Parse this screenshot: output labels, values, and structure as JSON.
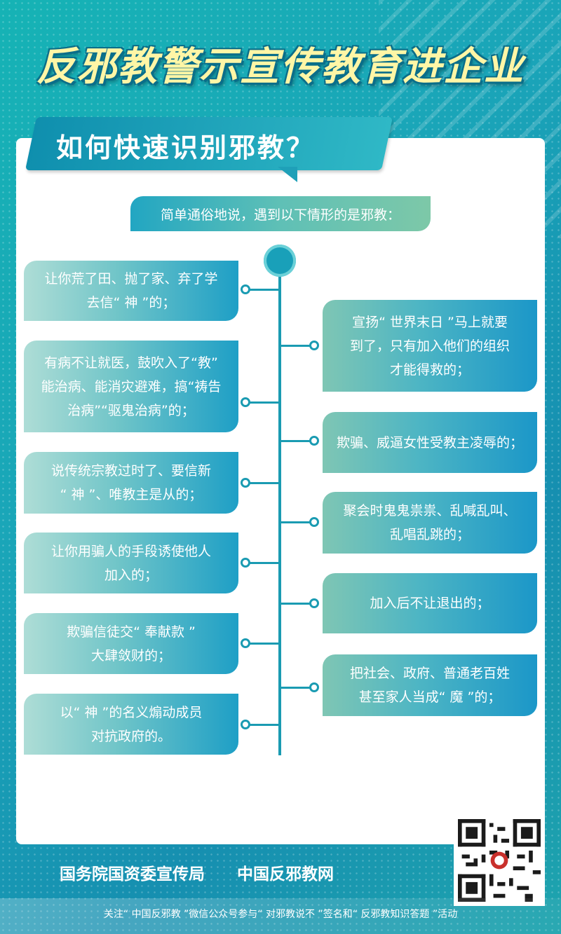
{
  "title": "反邪教警示宣传教育进企业",
  "subtitle": "如何快速识别邪教？",
  "intro": "简单通俗地说，遇到以下情形的是邪教：",
  "left_items": [
    {
      "text": "让你荒了田、抛了家、弃了学\n去信“ 神 ”的；"
    },
    {
      "text": "有病不让就医，鼓吹入了“教”\n能治病、能消灾避难，搞“祷告\n治病”“驱鬼治病”的；"
    },
    {
      "text": "说传统宗教过时了、要信新\n“ 神 ”、唯教主是从的；"
    },
    {
      "text": "让你用骗人的手段诱使他人\n加入的；"
    },
    {
      "text": "欺骗信徒交“ 奉献款 ”\n大肆敛财的；"
    },
    {
      "text": "以“ 神 ”的名义煽动成员\n对抗政府的。"
    }
  ],
  "right_items": [
    {
      "text": "宣扬“ 世界末日 ”马上就要\n到了，只有加入他们的组织\n才能得救的；"
    },
    {
      "text": "欺骗、威逼女性受教主凌辱的；"
    },
    {
      "text": "聚会时鬼鬼祟祟、乱喊乱叫、\n乱唱乱跳的；"
    },
    {
      "text": "加入后不让退出的；"
    },
    {
      "text": "把社会、政府、普通老百姓\n甚至家人当成“ 魔 ”的；"
    }
  ],
  "footer": {
    "org1": "国务院国资委宣传局",
    "org2": "中国反邪教网",
    "note": "关注“ 中国反邪教 ”微信公众号参与“ 对邪教说不 ”签名和“ 反邪教知识答题 ”活动"
  },
  "colors": {
    "background": "#16b3b5",
    "title_fill": "#fff6a6",
    "timeline": "#1a9bb2"
  },
  "icons": {
    "qr": "qr-code-icon"
  }
}
